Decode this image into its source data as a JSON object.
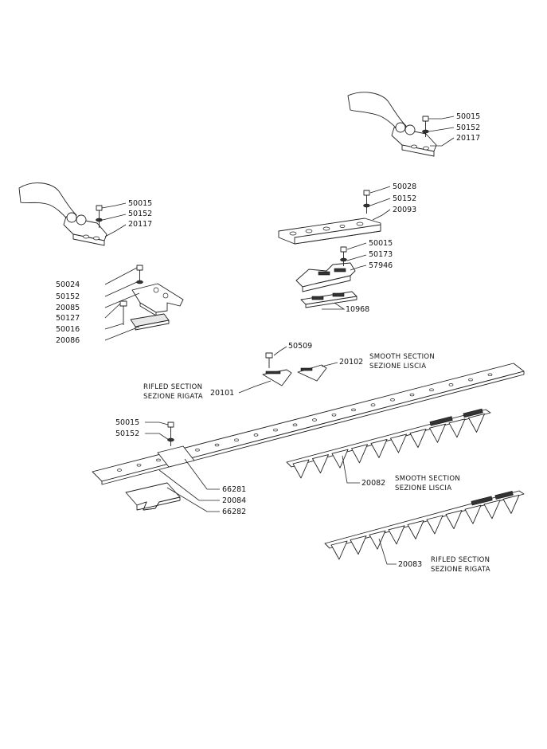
{
  "labels": {
    "top_right_bolt": "50015",
    "top_right_washer": "50152",
    "top_right_clamp": "20117",
    "plate_bolt": "50028",
    "plate_washer": "50152",
    "plate": "20093",
    "guide_bolt": "50015",
    "guide_washer": "50173",
    "guide": "57946",
    "guide_plate": "10968",
    "left_bolt": "50015",
    "left_washer": "50152",
    "left_clamp": "20117",
    "assy_bolt": "50024",
    "assy_washer": "50152",
    "assy_head": "20085",
    "assy_bolt2": "50127",
    "assy_nut": "50016",
    "assy_base": "20086",
    "rivet": "50509",
    "smooth_section_part": "20102",
    "rifled_section_part": "20101",
    "bar_bolt": "50015",
    "bar_washer": "50152",
    "bar_plate_top": "66281",
    "bar": "20084",
    "bar_plate_bottom": "66282",
    "smooth_blade": "20082",
    "rifled_blade": "20083"
  },
  "notes": {
    "smooth_en_top": "SMOOTH SECTION",
    "smooth_it_top": "SEZIONE LISCIA",
    "rifled_en_left": "RIFLED SECTION",
    "rifled_it_left": "SEZIONE RIGATA",
    "smooth_en_mid": "SMOOTH SECTION",
    "smooth_it_mid": "SEZIONE LISCIA",
    "rifled_en_bottom": "RIFLED SECTION",
    "rifled_it_bottom": "SEZIONE RIGATA"
  }
}
